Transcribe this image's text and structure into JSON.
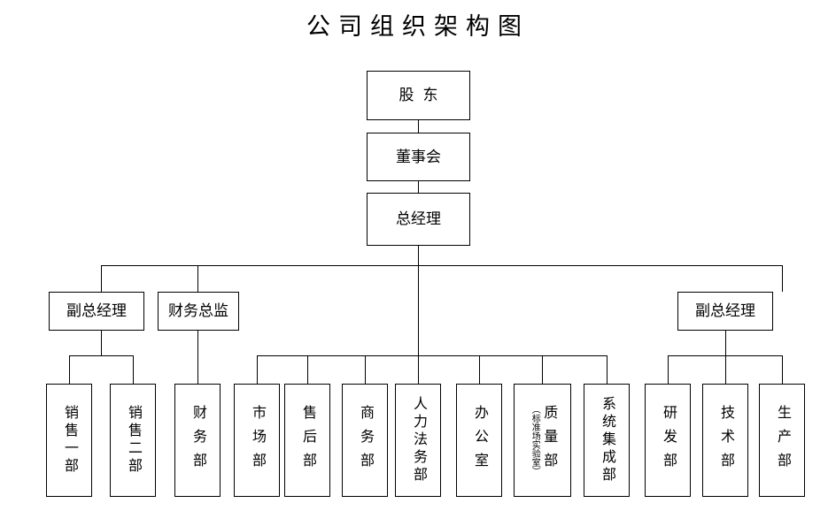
{
  "title": "公司组织架构图",
  "nodes": {
    "shareholders": {
      "label": "股东"
    },
    "board": {
      "label": "董事会"
    },
    "general_manager": {
      "label": "总经理"
    },
    "deputy_gm_left": {
      "label": "副总经理"
    },
    "finance_director": {
      "label": "财务总监"
    },
    "deputy_gm_right": {
      "label": "副总经理"
    },
    "sales_1": {
      "label": "销售一部"
    },
    "sales_2": {
      "label": "销售二部"
    },
    "finance_dept": {
      "label": "财务部"
    },
    "marketing_dept": {
      "label": "市场部"
    },
    "aftersales_dept": {
      "label": "售后部"
    },
    "business_dept": {
      "label": "商务部"
    },
    "hr_legal_dept": {
      "label": "人力法务部"
    },
    "office": {
      "label": "办公室"
    },
    "quality_dept": {
      "label": "质量部",
      "sublabel": "（标准场实验室）"
    },
    "system_integration_dept": {
      "label": "系统集成部"
    },
    "rd_dept": {
      "label": "研发部"
    },
    "tech_dept": {
      "label": "技术部"
    },
    "production_dept": {
      "label": "生产部"
    }
  },
  "colors": {
    "background": "#ffffff",
    "line": "#000000",
    "text": "#000000"
  }
}
